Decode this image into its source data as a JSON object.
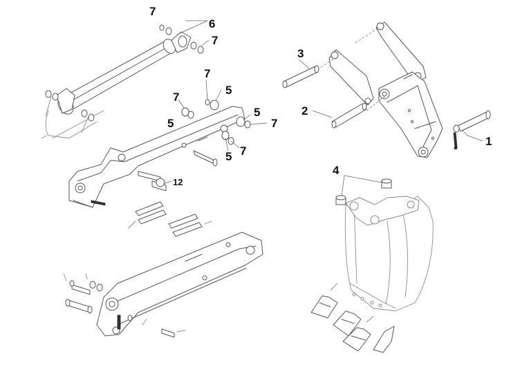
{
  "callouts": {
    "c7a": "7",
    "c6": "6",
    "c7b": "7",
    "c7c": "7",
    "c5a": "5",
    "c7d": "7",
    "c5b": "5",
    "c5c": "5",
    "c7e": "7",
    "c7f": "7",
    "c5d": "5",
    "c12": "12",
    "c3": "3",
    "c2": "2",
    "c1": "1",
    "c4": "4"
  }
}
